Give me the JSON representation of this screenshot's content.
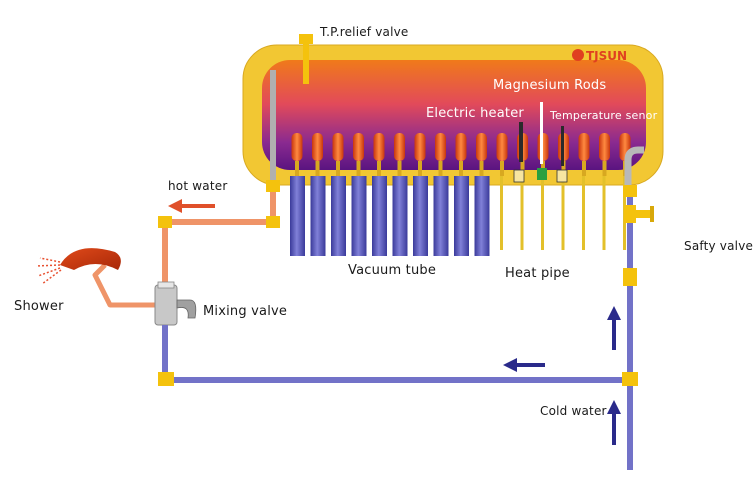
{
  "labels": {
    "tp_relief_valve": "T.P.relief valve",
    "magnesium_rods": "Magnesium Rods",
    "electric_heater": "Electric heater",
    "temperature_sensor": "Temperature senor",
    "hot_water": "hot water",
    "vacuum_tube": "Vacuum tube",
    "heat_pipe": "Heat pipe",
    "safety_valve": "Safty valve",
    "shower": "Shower",
    "mixing_valve": "Mixing valve",
    "cold_water": "Cold water"
  },
  "brand": {
    "logo_text": "TJSUN"
  },
  "colors": {
    "tank_frame": "#f2c733",
    "tank_hot": "#f0771a",
    "tank_cool": "#5a1480",
    "vacuum_tube": "#5c5cb8",
    "heat_pipe": "#e3c02a",
    "tube_cap": "#e8541c",
    "hot_pipe": "#ef9468",
    "cold_pipe": "#7272c8",
    "fitting": "#f4c20d",
    "arrow_hot": "#e0502a",
    "arrow_cold": "#2a2a8a"
  }
}
